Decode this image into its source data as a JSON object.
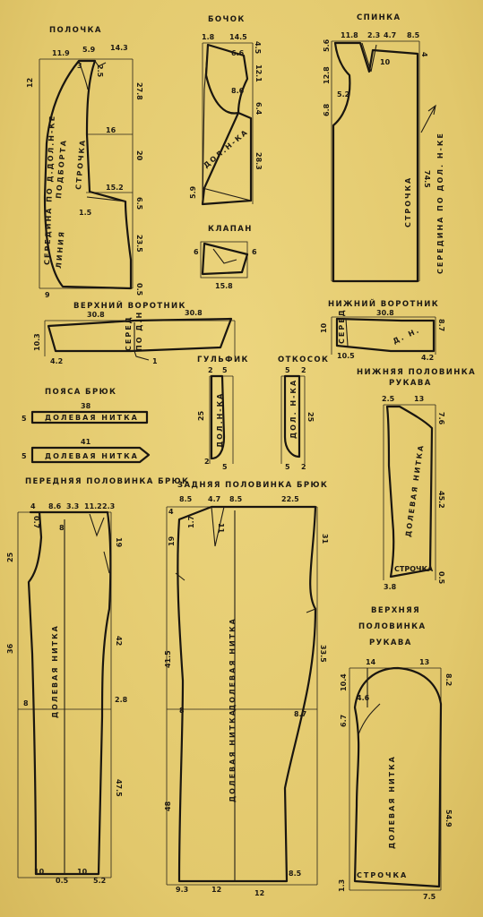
{
  "titles": {
    "front": "ПОЛОЧКА",
    "side": "БОЧОК",
    "back": "СПИНКА",
    "flap": "КЛАПАН",
    "upper_collar": "ВЕРХНИЙ ВОРОТНИК",
    "under_collar": "НИЖНИЙ ВОРОТНИК",
    "facing": "ГУЛЬФИК",
    "fly": "ОТКОСОК",
    "belt": "ПОЯСА БРЮК",
    "under_sleeve_1": "НИЖНЯЯ ПОЛОВИНКА",
    "under_sleeve_2": "РУКАВА",
    "front_trouser": "ПЕРЕДНЯЯ ПОЛОВИНКА БРЮК",
    "back_trouser": "ЗАДНЯЯ ПОЛОВИНКА БРЮК",
    "top_sleeve_1": "ВЕРХНЯЯ",
    "top_sleeve_2": "ПОЛОВИНКА",
    "top_sleeve_3": "РУКАВА"
  },
  "labels": {
    "front_center": "СЕРЕДИНА ПО Д.ДОЛ.Н-КЕ",
    "front_facing": "ПОДБОРТА",
    "front_stitch": "СТРОЧКА",
    "front_line": "ЛИНИЯ",
    "side_grain": "ДОЛ.Н-КА",
    "back_stitch": "СТРОЧКА",
    "back_center": "СЕРЕДИНА ПО ДОЛ. Н-КЕ",
    "upper_collar_mid": "СЕРЕД",
    "upper_collar_grain": "ПО Д.Н",
    "under_collar_mid": "СЕРЕД",
    "under_collar_grain": "Д. Н.",
    "belt1": "ДОЛЕВАЯ НИТКА",
    "belt2": "ДОЛЕВАЯ НИТКА",
    "facing_grain": "ДОЛ.Н-КА",
    "fly_grain": "ДОЛ. Н-КА",
    "under_sleeve_grain": "ДОЛЕВАЯ НИТКА",
    "under_sleeve_stitch": "СТРОЧКА",
    "front_trouser_grain": "ДОЛЕВАЯ НИТКА",
    "back_trouser_grain": "ДОЛЕВАЯ НИТКА",
    "top_sleeve_grain": "ДОЛЕВАЯ НИТКА",
    "top_sleeve_stitch": "СТРОЧКА"
  },
  "dims": {
    "f_11_9": "11.9",
    "f_5_9": "5.9",
    "f_14_3": "14.3",
    "f_3": "3",
    "f_2_5": "2.5",
    "f_12": "12",
    "f_27_8": "27.8",
    "f_16": "16",
    "f_20": "20",
    "f_15_2": "15.2",
    "f_1_5": "1.5",
    "f_6_5": "6.5",
    "f_23_5": "23.5",
    "f_0_5": "0.5",
    "f_9": "9",
    "s_1_8": "1.8",
    "s_14_5": "14.5",
    "s_4_5": "4.5",
    "s_6_6": "6.6",
    "s_12_1": "12.1",
    "s_8_6": "8.6",
    "s_6_4": "6.4",
    "s_28_3": "28.3",
    "s_5_9": "5.9",
    "b_11_8": "11.8",
    "b_2_3": "2.3",
    "b_4_7": "4.7",
    "b_8_5": "8.5",
    "b_5_6": "5.6",
    "b_10": "10",
    "b_4": "4",
    "b_12_8": "12.8",
    "b_5_2": "5.2",
    "b_6_8": "6.8",
    "b_74_5": "74.5",
    "k_6a": "6",
    "k_6b": "6",
    "k_15_8": "15.8",
    "uc_30_8a": "30.8",
    "uc_30_8b": "30.8",
    "uc_10_3": "10.3",
    "uc_4_2": "4.2",
    "uc_1": "1",
    "lc_30_8": "30.8",
    "lc_10": "10",
    "lc_8_7": "8.7",
    "lc_10_5": "10.5",
    "lc_4_2": "4.2",
    "g_2": "2",
    "g_5": "5",
    "g_25": "25",
    "g_2b": "2",
    "g_5b": "5",
    "o_5": "5",
    "o_2": "2",
    "o_25": "25",
    "o_5b": "5",
    "o_2b": "2",
    "belt_38": "38",
    "belt_5a": "5",
    "belt_41": "41",
    "belt_5b": "5",
    "ns_2_5": "2.5",
    "ns_13": "13",
    "ns_7_6": "7.6",
    "ns_45_2": "45.2",
    "ns_3_8": "3.8",
    "ns_0_5": "0.5",
    "ft_4": "4",
    "ft_8_6": "8.6",
    "ft_3_3": "3.3",
    "ft_11_2": "11.2",
    "ft_2_3": "2.3",
    "ft_0_7": "0.7",
    "ft_8": "8",
    "ft_25": "25",
    "ft_19": "19",
    "ft_36": "36",
    "ft_42": "42",
    "ft_8b": "8",
    "ft_2_8": "2.8",
    "ft_47_5": "47.5",
    "ft_10": "10",
    "ft_0_5": "0.5",
    "ft_10b": "10",
    "ft_5_2": "5.2",
    "bt_8_5": "8.5",
    "bt_4_7": "4.7",
    "bt_8_5b": "8.5",
    "bt_22_5": "22.5",
    "bt_4": "4",
    "bt_1_7": "1.7",
    "bt_11": "11",
    "bt_19": "19",
    "bt_31": "31",
    "bt_41_5": "41.5",
    "bt_33_5": "33.5",
    "bt_8": "8",
    "bt_8_7": "8.7",
    "bt_48": "48",
    "bt_8_5c": "8.5",
    "bt_9_3": "9.3",
    "bt_12a": "12",
    "bt_12b": "12",
    "ts_14": "14",
    "ts_13": "13",
    "ts_10_4": "10.4",
    "ts_4_6": "4.6",
    "ts_8_2": "8.2",
    "ts_6_7": "6.7",
    "ts_54_9": "54.9",
    "ts_1_3": "1.3",
    "ts_7_5": "7.5"
  }
}
